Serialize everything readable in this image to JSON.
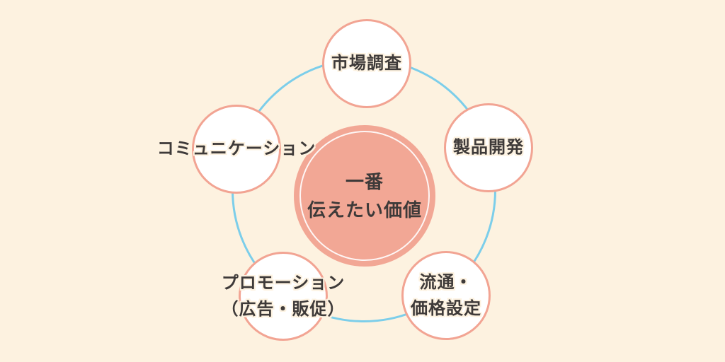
{
  "diagram": {
    "background_color": "#fdf2e0",
    "accent_salmon": "#f2a493",
    "accent_blue": "#7cceea",
    "text_color": "#3e3a39",
    "center": {
      "lines": [
        "一番",
        "伝えたい価値"
      ]
    },
    "nodes": [
      {
        "id": "market-research",
        "lines": [
          "市場調査"
        ]
      },
      {
        "id": "product-development",
        "lines": [
          "製品開発"
        ]
      },
      {
        "id": "distribution-pricing",
        "lines": [
          "流通・",
          "価格設定"
        ]
      },
      {
        "id": "promotion",
        "lines": [
          "プロモーション",
          "（広告・販促）"
        ]
      },
      {
        "id": "communication",
        "lines": [
          "コミュニケーション"
        ]
      }
    ]
  }
}
